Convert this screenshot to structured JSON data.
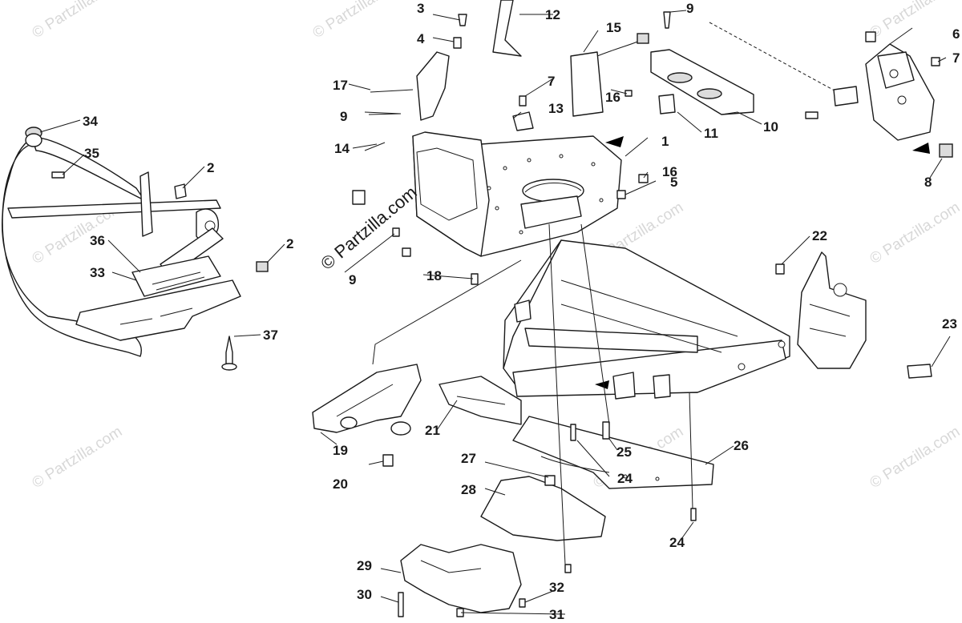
{
  "watermark": {
    "main": "© Partzilla.com",
    "faint": "© Partzilla.com"
  },
  "callouts": [
    {
      "id": "1",
      "label": "1"
    },
    {
      "id": "2a",
      "label": "2"
    },
    {
      "id": "2b",
      "label": "2"
    },
    {
      "id": "3",
      "label": "3"
    },
    {
      "id": "4",
      "label": "4"
    },
    {
      "id": "5",
      "label": "5"
    },
    {
      "id": "6",
      "label": "6"
    },
    {
      "id": "7a",
      "label": "7"
    },
    {
      "id": "7b",
      "label": "7"
    },
    {
      "id": "8",
      "label": "8"
    },
    {
      "id": "9a",
      "label": "9"
    },
    {
      "id": "9b",
      "label": "9"
    },
    {
      "id": "9c",
      "label": "9"
    },
    {
      "id": "10",
      "label": "10"
    },
    {
      "id": "11",
      "label": "11"
    },
    {
      "id": "12",
      "label": "12"
    },
    {
      "id": "13",
      "label": "13"
    },
    {
      "id": "14",
      "label": "14"
    },
    {
      "id": "15",
      "label": "15"
    },
    {
      "id": "16a",
      "label": "16"
    },
    {
      "id": "16b",
      "label": "16"
    },
    {
      "id": "17",
      "label": "17"
    },
    {
      "id": "18",
      "label": "18"
    },
    {
      "id": "19",
      "label": "19"
    },
    {
      "id": "20",
      "label": "20"
    },
    {
      "id": "21",
      "label": "21"
    },
    {
      "id": "22",
      "label": "22"
    },
    {
      "id": "23",
      "label": "23"
    },
    {
      "id": "24a",
      "label": "24"
    },
    {
      "id": "24b",
      "label": "24"
    },
    {
      "id": "25",
      "label": "25"
    },
    {
      "id": "26",
      "label": "26"
    },
    {
      "id": "27",
      "label": "27"
    },
    {
      "id": "28",
      "label": "28"
    },
    {
      "id": "29",
      "label": "29"
    },
    {
      "id": "30",
      "label": "30"
    },
    {
      "id": "31",
      "label": "31"
    },
    {
      "id": "32",
      "label": "32"
    },
    {
      "id": "33",
      "label": "33"
    },
    {
      "id": "34",
      "label": "34"
    },
    {
      "id": "35",
      "label": "35"
    },
    {
      "id": "36",
      "label": "36"
    },
    {
      "id": "37",
      "label": "37"
    }
  ]
}
